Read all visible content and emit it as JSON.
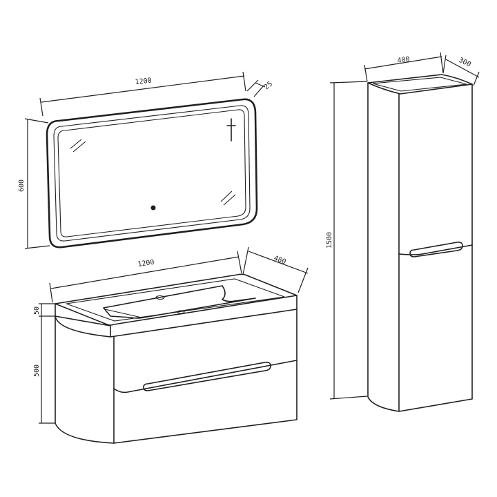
{
  "mirror": {
    "width_label": "1200",
    "height_label": "600",
    "depth_label": "25"
  },
  "vanity": {
    "width_label": "1200",
    "depth_label": "480",
    "top_height_label": "50",
    "body_height_label": "500"
  },
  "tall_cabinet": {
    "width_label": "400",
    "depth_label": "300",
    "height_label": "1500"
  },
  "colors": {
    "line": "#1f1f1f",
    "background": "#ffffff"
  }
}
